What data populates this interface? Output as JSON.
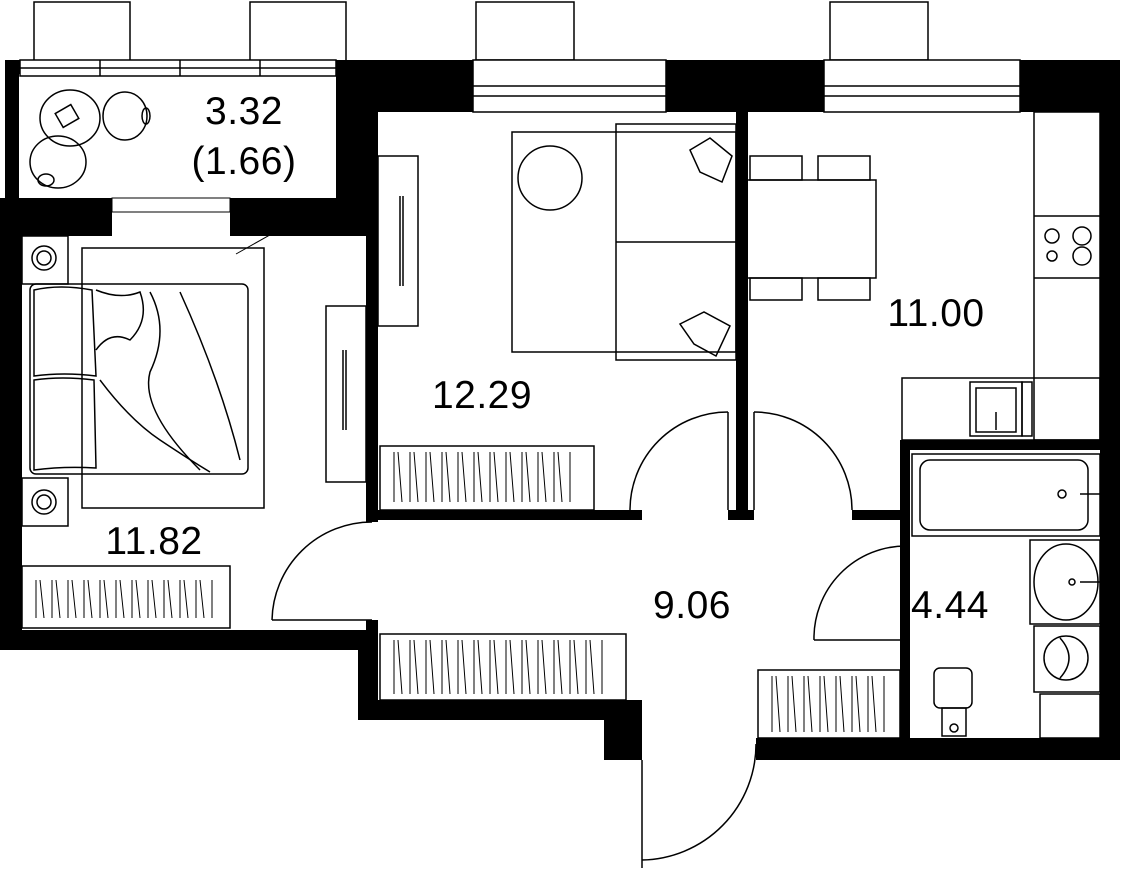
{
  "colors": {
    "wall": "#000000",
    "background": "#ffffff",
    "line": "#000000"
  },
  "rooms": {
    "balcony": {
      "area": "3.32",
      "area_reduced": "(1.66)"
    },
    "bedroom": {
      "area": "11.82"
    },
    "living_room": {
      "area": "12.29"
    },
    "kitchen": {
      "area": "11.00"
    },
    "hallway": {
      "area": "9.06"
    },
    "bathroom": {
      "area": "4.44"
    }
  }
}
